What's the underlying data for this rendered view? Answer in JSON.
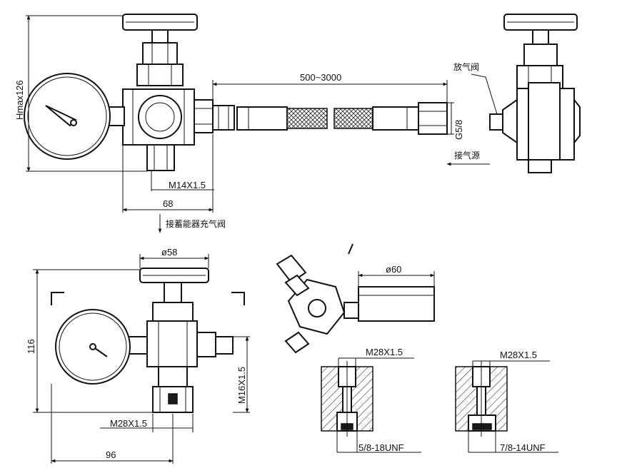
{
  "dimensions": {
    "h_max": "Hmax126",
    "hose_length": "500~3000",
    "g_thread": "G5/8",
    "m14_thread": "M14X1.5",
    "width_68": "68",
    "dia_58": "ø58",
    "dia_60": "ø60",
    "height_116": "116",
    "m16_thread": "M16X1.5",
    "m28_thread_front": "M28X1.5",
    "width_96": "96",
    "m28_thread_a": "M28X1.5",
    "m28_thread_b": "M28X1.5",
    "unf_58": "5/8-18UNF",
    "unf_78": "7/8-14UNF"
  },
  "labels": {
    "vent_valve": "放气阀",
    "gas_source": "接气源",
    "accumulator": "接蓄能器充气阀"
  },
  "gauge": {
    "pointer_angle_deg": -40
  }
}
